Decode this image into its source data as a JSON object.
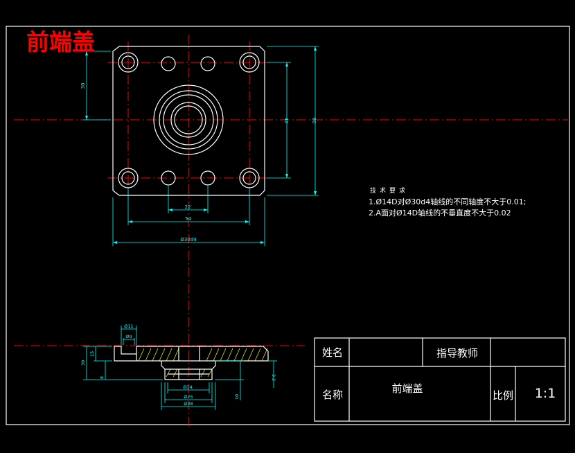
{
  "drawing": {
    "title_red": "前端盖",
    "tech_requirements": {
      "heading": "技术要求",
      "line1": "1.Ø14D对Ø30d4轴线的不同轴度不大于0.01;",
      "line2": "2.A面对Ø14D轴线的不垂直度不大于0.02"
    },
    "dimensions_top": {
      "d30_left": "30",
      "d42": "42",
      "d60": "60",
      "d22": "22",
      "d54": "54",
      "d30d4": "Ø30d4"
    },
    "dimensions_section": {
      "d11": "Ø11",
      "d9": "Ø9",
      "d30": "30",
      "d15": "15",
      "d8": "8",
      "d14": "Ø14",
      "d25": "Ø25",
      "d38": "Ø38",
      "d10": "10",
      "d32": "3.2"
    },
    "title_block": {
      "name_label": "姓名",
      "teacher_label": "指导教师",
      "part_label": "名称",
      "part_name": "前端盖",
      "scale_label": "比例",
      "scale_value": "1:1"
    }
  },
  "colors": {
    "background": "#000000",
    "outline": "#ffffff",
    "dimension": "#00ffff",
    "centerline": "#ff0000",
    "hatch": "#ffff00",
    "title": "#ff0000"
  }
}
